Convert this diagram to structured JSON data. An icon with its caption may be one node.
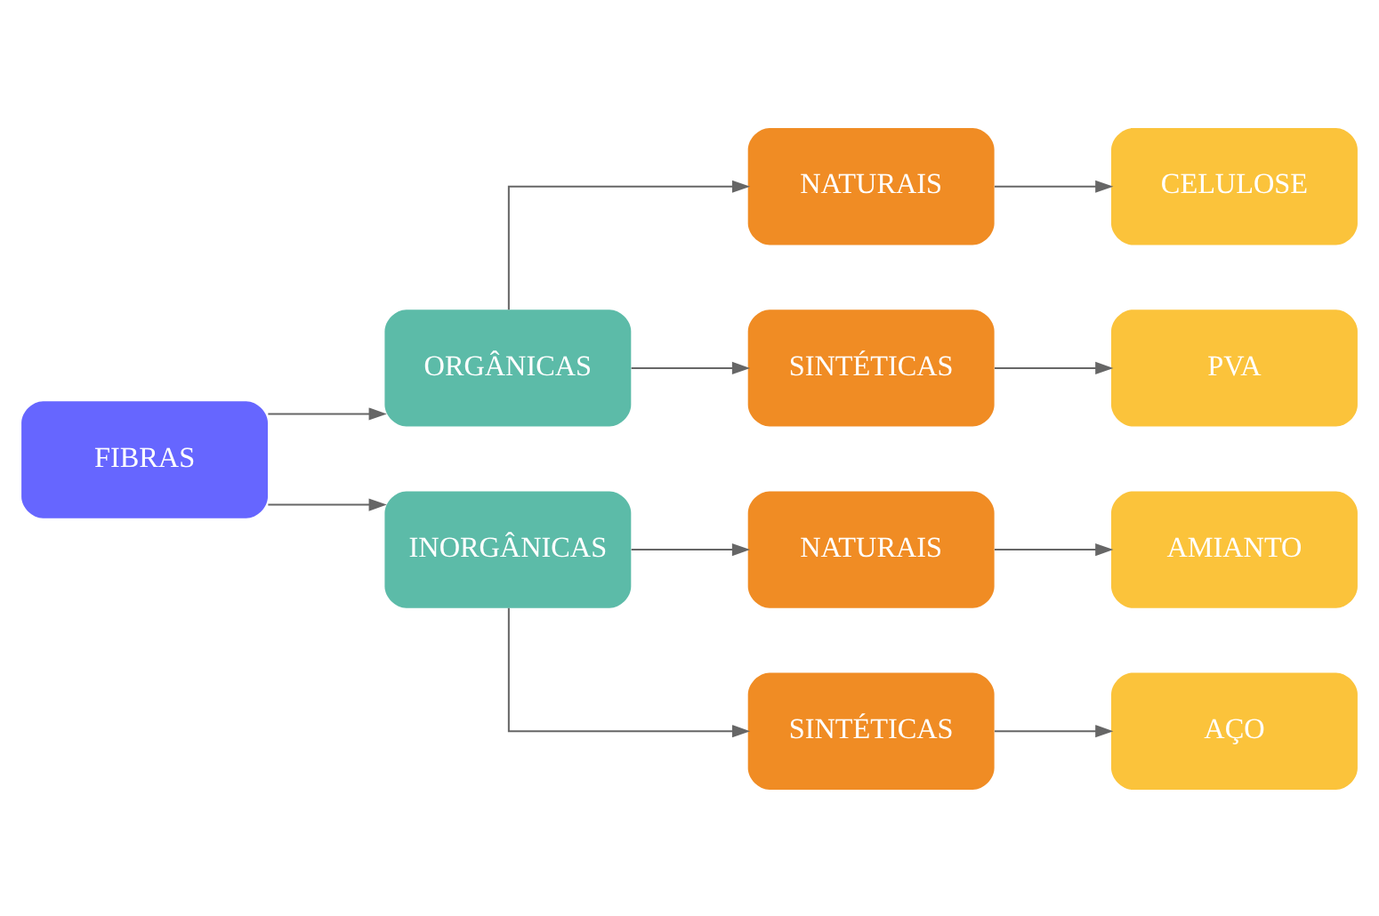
{
  "diagram": {
    "nodes": [
      {
        "text": [
          "FIBRAS"
        ]
      },
      {
        "text": [
          "ORGÂNICAS"
        ]
      },
      {
        "text": [
          "INORGÂNICAS"
        ]
      },
      {
        "text": [
          "NATURAIS"
        ]
      },
      {
        "text": [
          "SINTÉTICAS"
        ]
      },
      {
        "text": [
          "NATURAIS"
        ]
      },
      {
        "text": [
          "SINTÉTICAS"
        ]
      },
      {
        "text": [
          "CELULOSE"
        ]
      },
      {
        "text": [
          "PVA"
        ]
      },
      {
        "text": [
          "AMIANTO"
        ]
      },
      {
        "text": [
          "AÇO"
        ]
      }
    ],
    "edges": [
      {
        "from": 0,
        "to": 1,
        "arrow": "to"
      },
      {
        "from": 0,
        "to": 2,
        "arrow": "to"
      },
      {
        "from": 1,
        "to": 3,
        "arrow": "to"
      },
      {
        "from": 1,
        "to": 4,
        "arrow": "to"
      },
      {
        "from": 2,
        "to": 5,
        "arrow": "to"
      },
      {
        "from": 2,
        "to": 6,
        "arrow": "to"
      },
      {
        "from": 3,
        "to": 7,
        "arrow": "to"
      },
      {
        "from": 4,
        "to": 8,
        "arrow": "to"
      },
      {
        "from": 5,
        "to": 9,
        "arrow": "to"
      },
      {
        "from": 6,
        "to": 10,
        "arrow": "to"
      }
    ]
  }
}
